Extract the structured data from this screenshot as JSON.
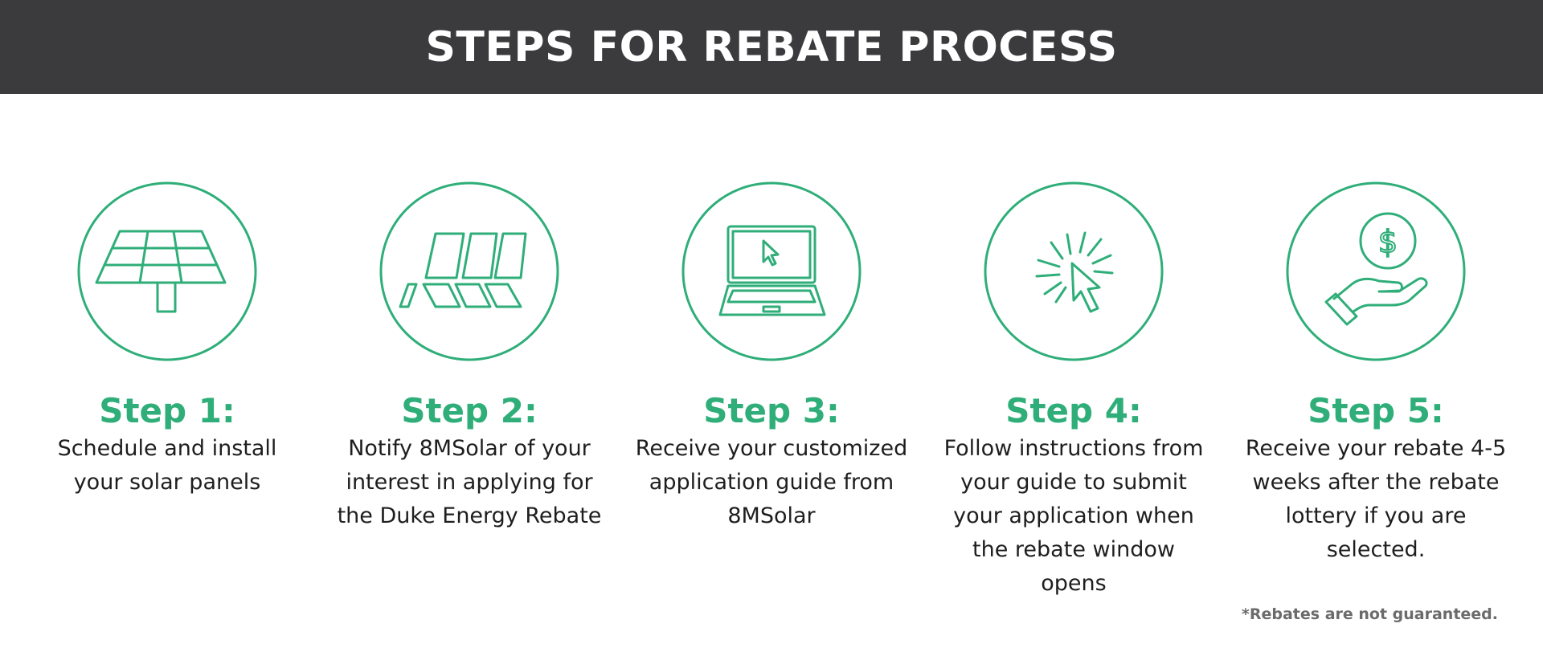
{
  "header": {
    "title": "STEPS FOR REBATE PROCESS"
  },
  "steps": [
    {
      "title": "Step 1:",
      "description": "Schedule and install your solar panels",
      "icon": "solar-panel-icon"
    },
    {
      "title": "Step 2:",
      "description": "Notify 8MSolar of your interest in applying for the Duke Energy Rebate",
      "icon": "solar-panels-rows-icon"
    },
    {
      "title": "Step 3:",
      "description": "Receive your customized application guide from 8MSolar",
      "icon": "laptop-icon"
    },
    {
      "title": "Step 4:",
      "description": "Follow instructions from your guide to submit your application when the rebate window opens",
      "icon": "cursor-click-icon"
    },
    {
      "title": "Step 5:",
      "description": "Receive your rebate 4-5 weeks after the rebate lottery if you are selected.",
      "icon": "hand-dollar-icon"
    }
  ],
  "footnote": "*Rebates are not guaranteed.",
  "colors": {
    "header_bg": "#3b3b3e",
    "accent": "#2fae79",
    "text": "#1e1e1e",
    "footnote": "#6b6b6b"
  }
}
